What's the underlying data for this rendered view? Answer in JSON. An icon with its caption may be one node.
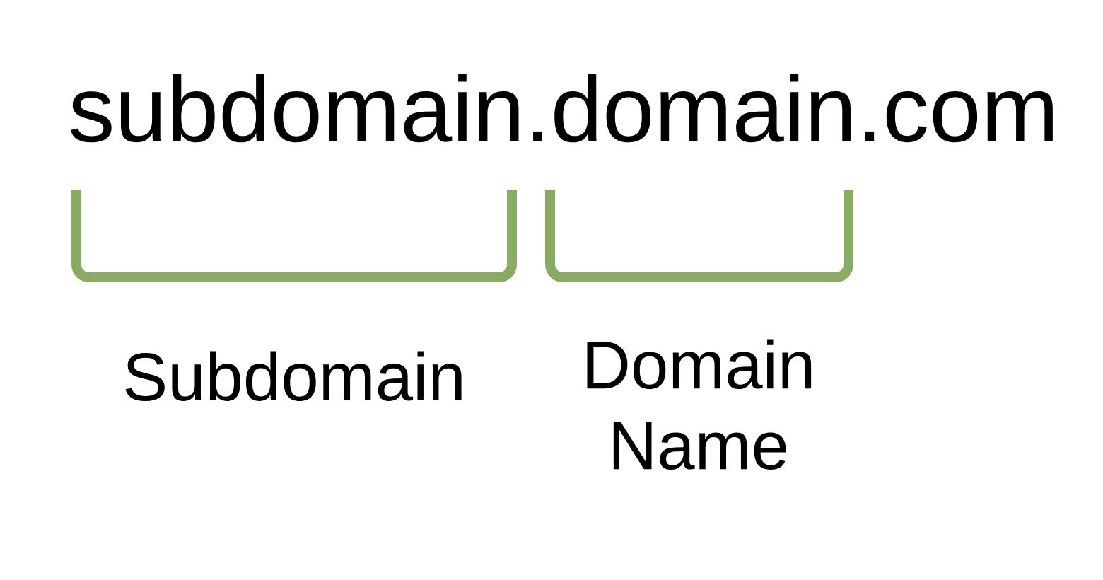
{
  "diagram": {
    "labels": [
      "subdomain.domain.com",
      "Subdomain",
      "Domain Name"
    ]
  }
}
